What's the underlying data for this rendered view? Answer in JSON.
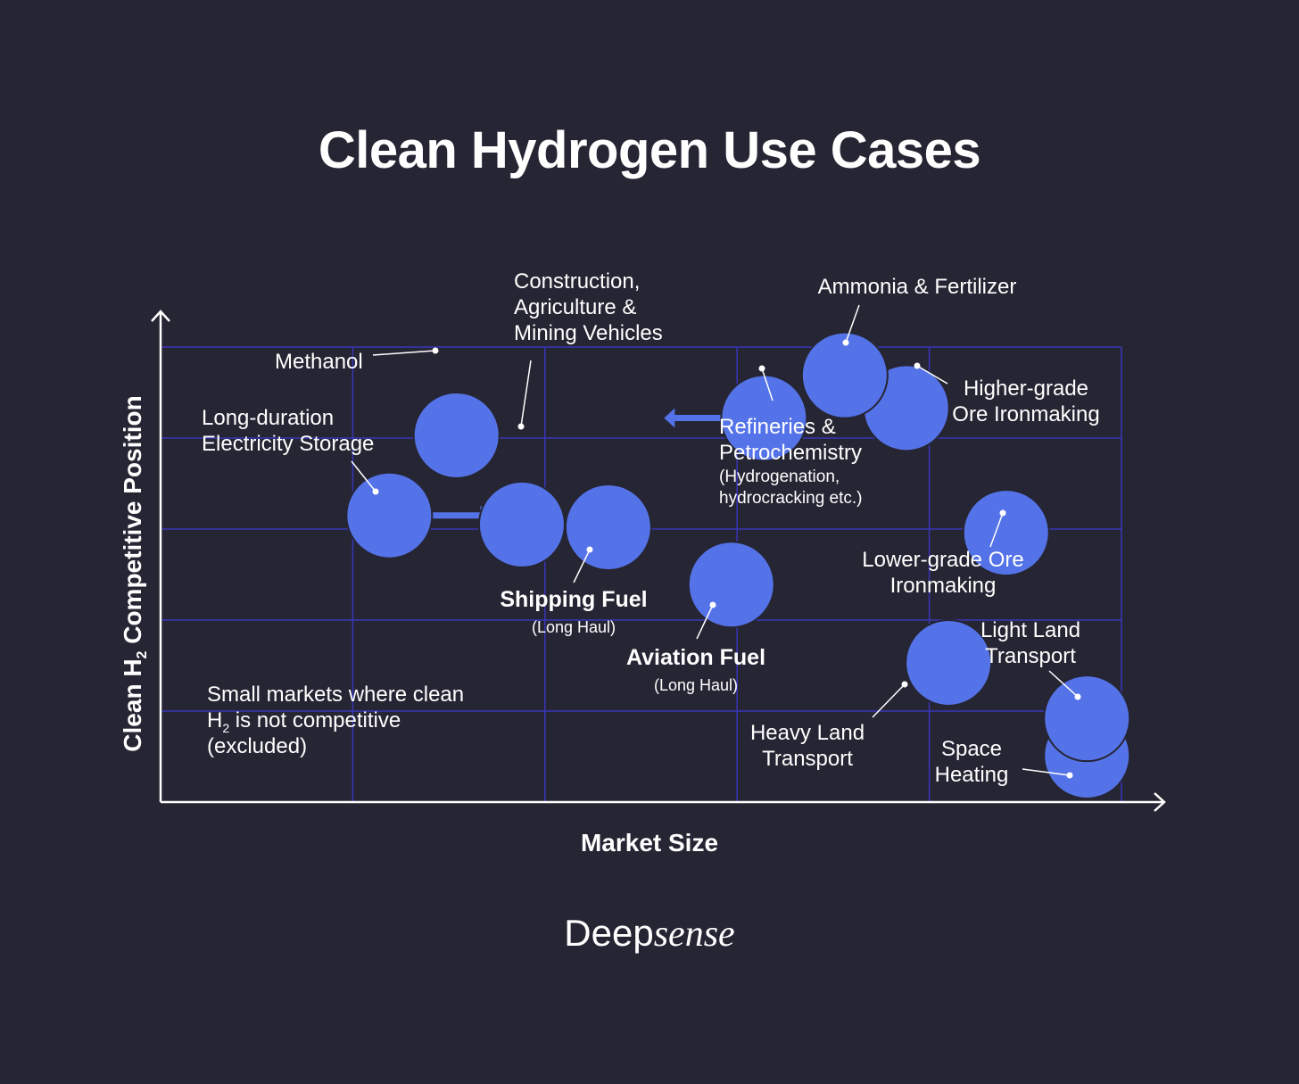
{
  "title": "Clean Hydrogen Use Cases",
  "logo": {
    "part1": "Deep",
    "part2": "sense"
  },
  "colors": {
    "background": "#252533",
    "grid": "#3a36b8",
    "bubble": "#5573e8",
    "text": "#ffffff"
  },
  "chart_data": {
    "type": "scatter",
    "xlabel": "Market Size",
    "ylabel_parts": [
      "Clean H",
      "2",
      " Competitive Position"
    ],
    "grid": true,
    "grid_columns": 5,
    "grid_rows": 5,
    "xlim": [
      0,
      5
    ],
    "ylim": [
      0,
      5
    ],
    "series": [
      {
        "values": [
          {
            "label": [
              "Methanol"
            ],
            "x": 1.54,
            "y": 4.03
          },
          {
            "label": [
              "Construction,",
              "Agriculture &",
              "Mining Vehicles"
            ],
            "x": 1.88,
            "y": 3.05
          },
          {
            "label": [
              "Long-duration",
              "Electricity Storage"
            ],
            "x": 1.19,
            "y": 3.15,
            "arrow_to_x": 1.72
          },
          {
            "label": [
              "Shipping Fuel"
            ],
            "sublabel": "(Long Haul)",
            "emphasis": true,
            "x": 2.33,
            "y": 3.02
          },
          {
            "label": [
              "Aviation Fuel"
            ],
            "sublabel": "(Long Haul)",
            "emphasis": true,
            "x": 2.97,
            "y": 2.39
          },
          {
            "label": [
              "Ammonia & Fertilizer"
            ],
            "x": 3.56,
            "y": 4.69
          },
          {
            "label": [
              "Higher-grade",
              "Ore Ironmaking"
            ],
            "x": 3.88,
            "y": 4.33
          },
          {
            "label": [
              "Refineries &",
              "Petrochemistry"
            ],
            "sublabel_lines": [
              "(Hydrogenation,",
              "hydrocracking etc.)"
            ],
            "x": 3.14,
            "y": 4.22,
            "arrow_to_x": 2.62
          },
          {
            "label": [
              "Lower-grade Ore",
              "Ironmaking"
            ],
            "x": 4.4,
            "y": 2.96
          },
          {
            "label": [
              "Heavy Land",
              "Transport"
            ],
            "x": 4.1,
            "y": 1.53
          },
          {
            "label": [
              "Light Land",
              "Transport"
            ],
            "x": 4.82,
            "y": 0.92
          },
          {
            "label": [
              "Space",
              "Heating"
            ],
            "x": 4.82,
            "y": 0.51
          }
        ]
      }
    ],
    "annotation": [
      "Small markets where clean",
      "H",
      "2",
      " is not competitive",
      "(excluded)"
    ]
  }
}
